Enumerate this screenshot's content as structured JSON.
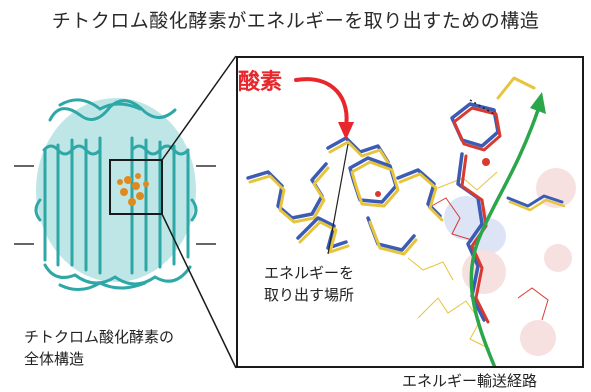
{
  "title": "チトクロム酸化酵素がエネルギーを取り出すための構造",
  "labels": {
    "oxygen": "酸素",
    "extraction_site_line1": "エネルギーを",
    "extraction_site_line2": "取り出す場所",
    "whole_structure_line1": "チトクロム酸化酵素の",
    "whole_structure_line2": "全体構造",
    "transport_path": "エネルギー輸送経路"
  },
  "colors": {
    "protein": "#2ea7a7",
    "oxygen_arrow": "#e8262b",
    "transport_arrow": "#2ca64a",
    "model_blue": "#3b5bb5",
    "model_yellow": "#e6c43b",
    "model_red": "#d83a30"
  }
}
